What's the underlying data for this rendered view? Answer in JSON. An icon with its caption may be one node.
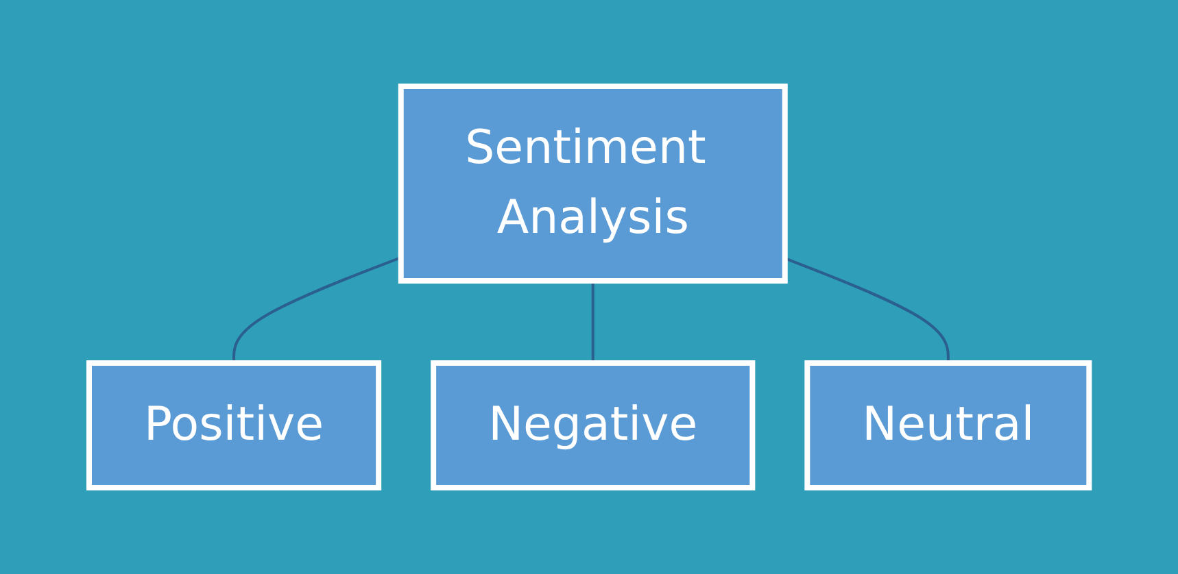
{
  "diagram": {
    "nodes": [
      {
        "text": [
          "Sentiment Analysis"
        ]
      },
      {
        "text": [
          "Positive"
        ]
      },
      {
        "text": [
          "Negative"
        ]
      },
      {
        "text": [
          "Neutral"
        ]
      }
    ],
    "edges": [
      {
        "from": 0,
        "to": 1,
        "arrow": "none"
      },
      {
        "from": 0,
        "to": 2,
        "arrow": "none"
      },
      {
        "from": 0,
        "to": 3,
        "arrow": "none"
      }
    ]
  }
}
